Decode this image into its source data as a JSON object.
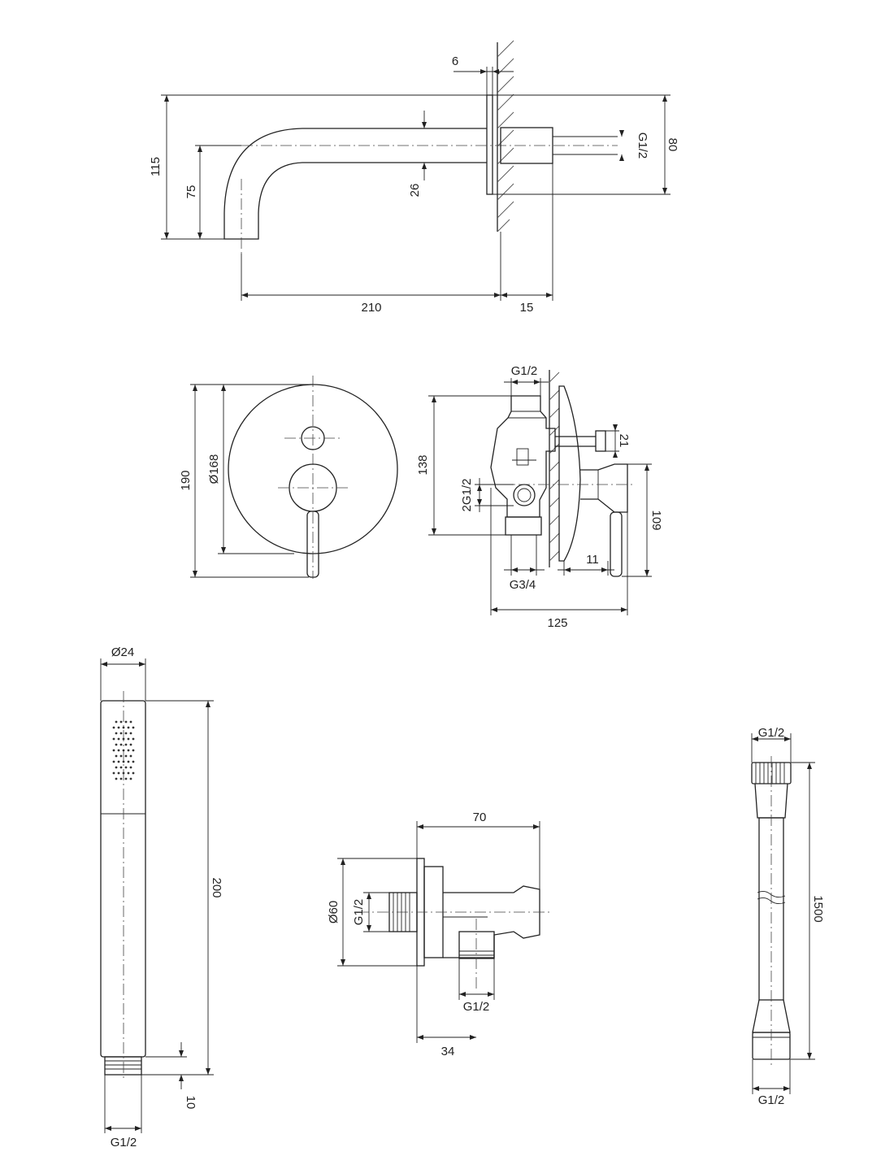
{
  "spout": {
    "wall_gap": "6",
    "total_height": "115",
    "outlet_height": "75",
    "pipe_diameter": "26",
    "thread": "G1/2",
    "rosette_height": "80",
    "projection": "210",
    "mount_depth": "15"
  },
  "mixer_front": {
    "plate_height": "190",
    "plate_diameter": "Ø168"
  },
  "mixer_side": {
    "top_thread": "G1/2",
    "body_height": "138",
    "side_thread": "2G1/2",
    "small_dim": "21",
    "handle_height": "109",
    "bottom_thread": "G3/4",
    "plate_gap": "11",
    "total_depth": "125"
  },
  "hand_shower": {
    "diameter": "Ø24",
    "length": "200",
    "thread_length": "10",
    "thread": "G1/2"
  },
  "wall_elbow": {
    "width": "70",
    "diameter": "Ø60",
    "thread_left": "G1/2",
    "thread_bottom": "G1/2",
    "offset": "34"
  },
  "hose": {
    "thread_top": "G1/2",
    "length": "1500",
    "thread_bottom": "G1/2"
  }
}
